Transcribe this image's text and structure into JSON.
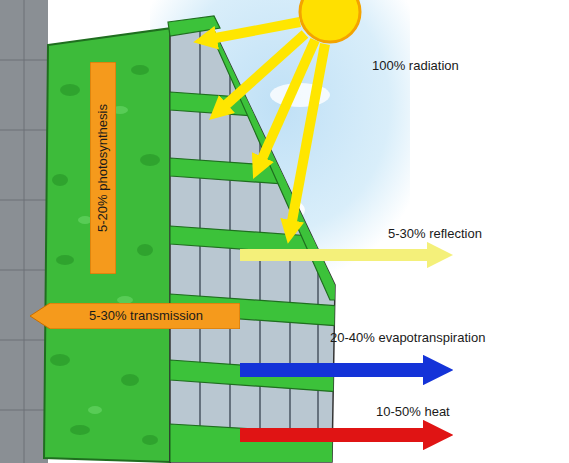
{
  "diagram": {
    "nodes": [
      {
        "text": [
          "5-20% photosynthesis"
        ]
      },
      {
        "text": [
          "5-30% transmission"
        ]
      }
    ],
    "labels": [
      "100% radiation",
      "5-30% reflection",
      "20-40% evapotranspiration",
      "10-50% heat"
    ]
  }
}
